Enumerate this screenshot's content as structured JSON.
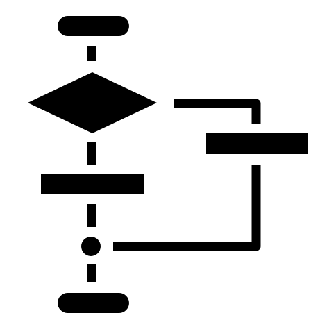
{
  "icon": {
    "name": "flowchart-icon",
    "colors": {
      "foreground": "#000000",
      "background": "#ffffff"
    },
    "parts": [
      "start-terminator",
      "decision-diamond",
      "process-box-left",
      "process-box-right",
      "connector-node",
      "end-terminator"
    ]
  }
}
